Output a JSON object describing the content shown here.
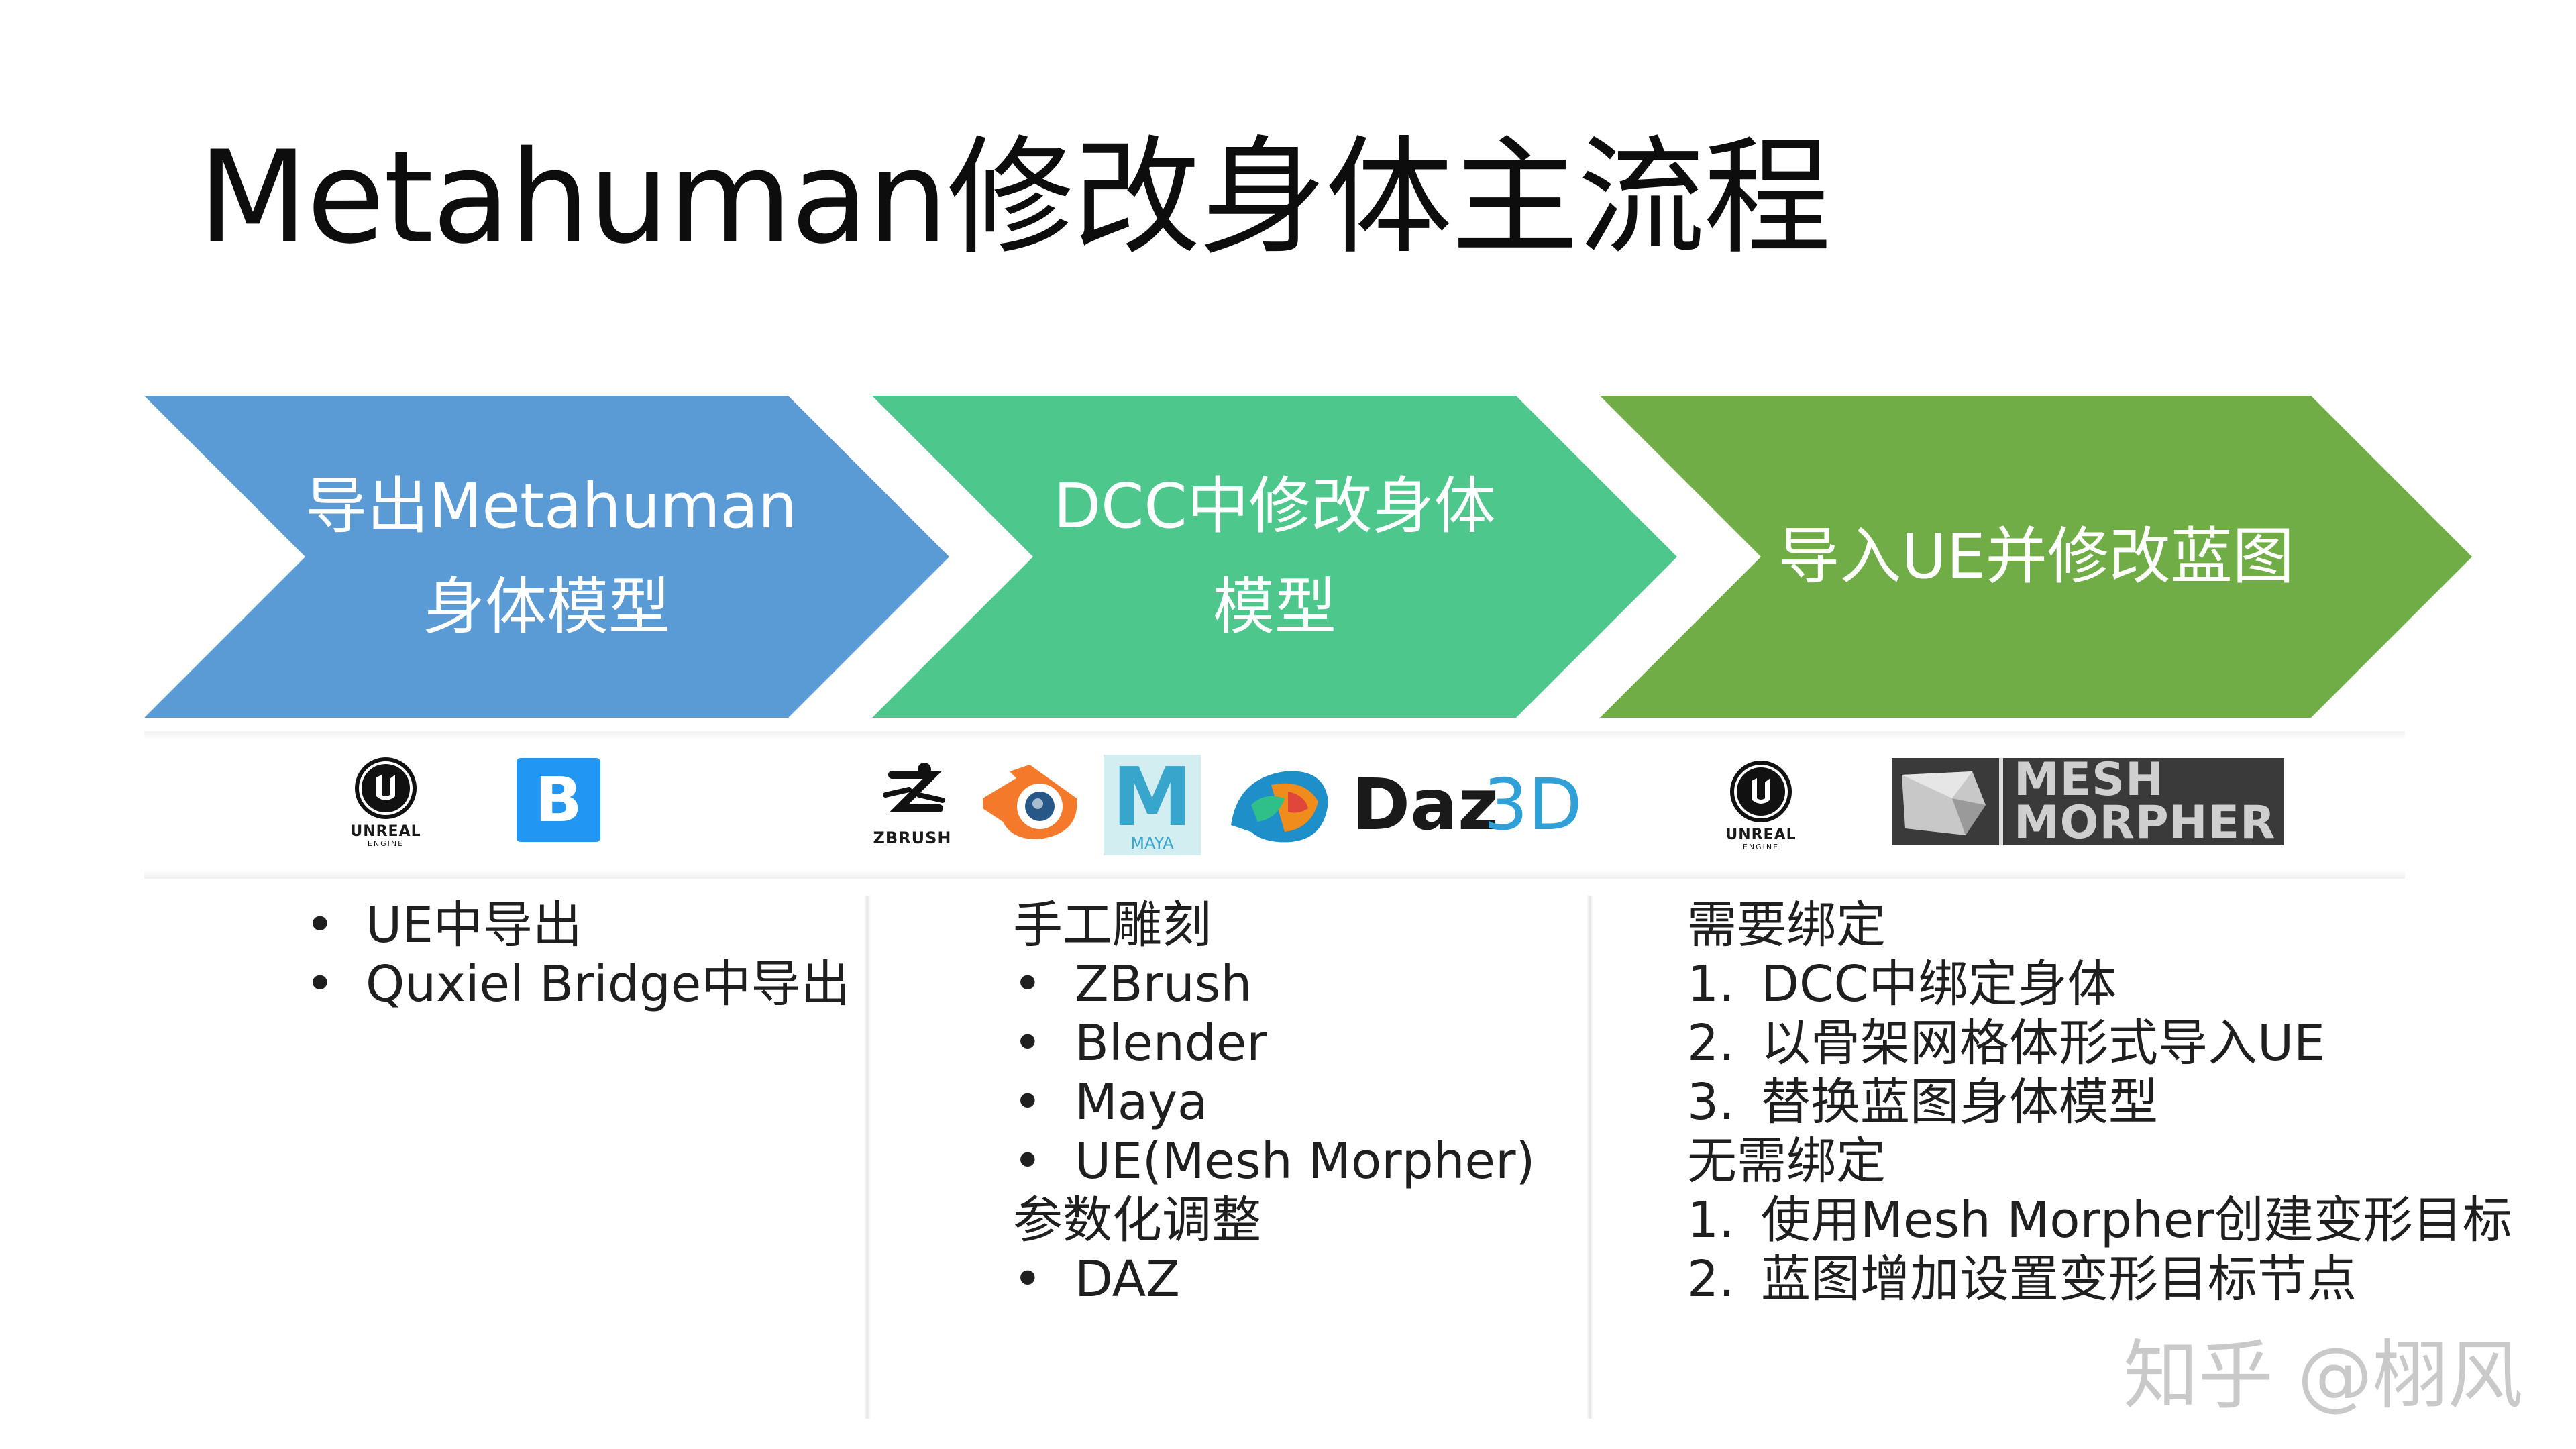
{
  "title": "Metahuman修改身体主流程",
  "stages": [
    {
      "line1": "导出Metahuman",
      "line2": "身体模型",
      "color": "#5b9bd5"
    },
    {
      "line1": "DCC中修改身体",
      "line2": "模型",
      "color": "#4ec78c"
    },
    {
      "line1": "导入UE并修改蓝图",
      "color": "#70ad47"
    }
  ],
  "logos": {
    "unreal": {
      "name": "UNREAL",
      "sub": "ENGINE",
      "icon": "unreal-logo"
    },
    "bridge": {
      "letter": "B",
      "icon": "bridge-logo",
      "color": "#2196f3"
    },
    "zbrush": {
      "text": "ZBRUSH",
      "icon": "zbrush-logo"
    },
    "blender": {
      "icon": "blender-logo",
      "color": "#f5792a"
    },
    "maya": {
      "letter": "M",
      "text": "MAYA",
      "icon": "maya-logo",
      "color": "#37a5cc"
    },
    "daz": {
      "text1": "Daz",
      "text2": "3D",
      "icon": "daz-logo"
    },
    "unreal2": {
      "name": "UNREAL",
      "sub": "ENGINE",
      "icon": "unreal-logo"
    },
    "meshmorpher": {
      "line1": "MESH",
      "line2": "MORPHER",
      "icon": "mesh-morpher-logo"
    }
  },
  "col1": {
    "items": [
      "UE中导出",
      "Quxiel Bridge中导出"
    ]
  },
  "col2": {
    "h1": "手工雕刻",
    "items1": [
      "ZBrush",
      "Blender",
      "Maya",
      "UE(Mesh Morpher)"
    ],
    "h2": "参数化调整",
    "items2": [
      "DAZ"
    ]
  },
  "col3": {
    "h1": "需要绑定",
    "items1": [
      "DCC中绑定身体",
      "以骨架网格体形式导入UE",
      "替换蓝图身体模型"
    ],
    "h2": "无需绑定",
    "items2": [
      "使用Mesh Morpher创建变形目标",
      "蓝图增加设置变形目标节点"
    ]
  },
  "bullet": "•",
  "numbers": [
    "1.",
    "2.",
    "3."
  ],
  "watermark": "知乎 @栩风"
}
